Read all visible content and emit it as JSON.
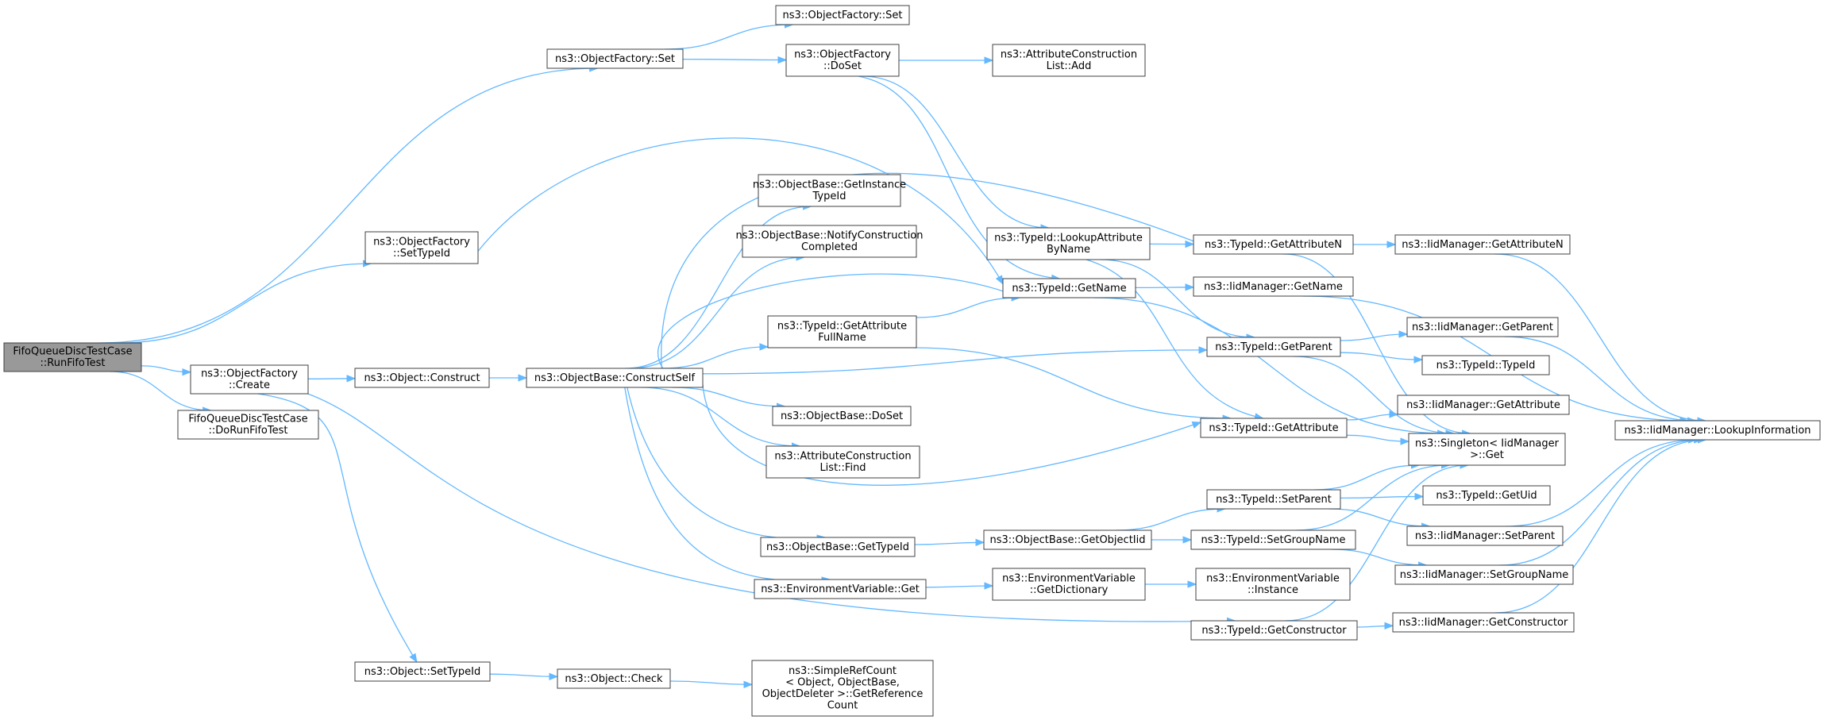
{
  "nodes": [
    {
      "id": "root",
      "lines": [
        "FifoQueueDiscTestCase",
        "::RunFifoTest"
      ],
      "root": true
    },
    {
      "id": "of_settypeid",
      "lines": [
        "ns3::ObjectFactory",
        "::SetTypeId"
      ]
    },
    {
      "id": "of_create",
      "lines": [
        "ns3::ObjectFactory",
        "::Create"
      ]
    },
    {
      "id": "dorunfifo",
      "lines": [
        "FifoQueueDiscTestCase",
        "::DoRunFifoTest"
      ]
    },
    {
      "id": "of_set_a",
      "lines": [
        "ns3::ObjectFactory::Set"
      ]
    },
    {
      "id": "of_set_b",
      "lines": [
        "ns3::ObjectFactory::Set"
      ]
    },
    {
      "id": "of_doset",
      "lines": [
        "ns3::ObjectFactory",
        "::DoSet"
      ]
    },
    {
      "id": "acl_add",
      "lines": [
        "ns3::AttributeConstruction",
        "List::Add"
      ]
    },
    {
      "id": "obj_construct",
      "lines": [
        "ns3::Object::Construct"
      ]
    },
    {
      "id": "ob_constructself",
      "lines": [
        "ns3::ObjectBase::ConstructSelf"
      ]
    },
    {
      "id": "ob_getinstance",
      "lines": [
        "ns3::ObjectBase::GetInstance",
        "TypeId"
      ]
    },
    {
      "id": "ob_notify",
      "lines": [
        "ns3::ObjectBase::NotifyConstruction",
        "Completed"
      ]
    },
    {
      "id": "tid_getattrfull",
      "lines": [
        "ns3::TypeId::GetAttribute",
        "FullName"
      ]
    },
    {
      "id": "ob_doset",
      "lines": [
        "ns3::ObjectBase::DoSet"
      ]
    },
    {
      "id": "acl_find",
      "lines": [
        "ns3::AttributeConstruction",
        "List::Find"
      ]
    },
    {
      "id": "ob_gettypeid",
      "lines": [
        "ns3::ObjectBase::GetTypeId"
      ]
    },
    {
      "id": "env_get",
      "lines": [
        "ns3::EnvironmentVariable::Get"
      ]
    },
    {
      "id": "obj_settypeid",
      "lines": [
        "ns3::Object::SetTypeId"
      ]
    },
    {
      "id": "obj_check",
      "lines": [
        "ns3::Object::Check"
      ]
    },
    {
      "id": "src_getrefcount",
      "lines": [
        "ns3::SimpleRefCount",
        "< Object, ObjectBase,",
        "ObjectDeleter >::GetReference",
        "Count"
      ]
    },
    {
      "id": "tid_lookupattr",
      "lines": [
        "ns3::TypeId::LookupAttribute",
        "ByName"
      ]
    },
    {
      "id": "tid_getname",
      "lines": [
        "ns3::TypeId::GetName"
      ]
    },
    {
      "id": "ob_getobjectiid",
      "lines": [
        "ns3::ObjectBase::GetObjectIid"
      ]
    },
    {
      "id": "env_getdict",
      "lines": [
        "ns3::EnvironmentVariable",
        "::GetDictionary"
      ]
    },
    {
      "id": "tid_getattrn",
      "lines": [
        "ns3::TypeId::GetAttributeN"
      ]
    },
    {
      "id": "iid_getname",
      "lines": [
        "ns3::IidManager::GetName"
      ]
    },
    {
      "id": "tid_getparent",
      "lines": [
        "ns3::TypeId::GetParent"
      ]
    },
    {
      "id": "tid_getattr",
      "lines": [
        "ns3::TypeId::GetAttribute"
      ]
    },
    {
      "id": "tid_setparent",
      "lines": [
        "ns3::TypeId::SetParent"
      ]
    },
    {
      "id": "tid_setgroupname",
      "lines": [
        "ns3::TypeId::SetGroupName"
      ]
    },
    {
      "id": "env_instance",
      "lines": [
        "ns3::EnvironmentVariable",
        "::Instance"
      ]
    },
    {
      "id": "tid_getconstructor",
      "lines": [
        "ns3::TypeId::GetConstructor"
      ]
    },
    {
      "id": "iid_getattrn",
      "lines": [
        "ns3::IidManager::GetAttributeN"
      ]
    },
    {
      "id": "iid_getparent",
      "lines": [
        "ns3::IidManager::GetParent"
      ]
    },
    {
      "id": "tid_typeid",
      "lines": [
        "ns3::TypeId::TypeId"
      ]
    },
    {
      "id": "iid_getattr",
      "lines": [
        "ns3::IidManager::GetAttribute"
      ]
    },
    {
      "id": "singleton_get",
      "lines": [
        "ns3::Singleton< IidManager",
        ">::Get"
      ]
    },
    {
      "id": "tid_getuid",
      "lines": [
        "ns3::TypeId::GetUid"
      ]
    },
    {
      "id": "iid_setparent",
      "lines": [
        "ns3::IidManager::SetParent"
      ]
    },
    {
      "id": "iid_setgroupname",
      "lines": [
        "ns3::IidManager::SetGroupName"
      ]
    },
    {
      "id": "iid_getconstructor",
      "lines": [
        "ns3::IidManager::GetConstructor"
      ]
    },
    {
      "id": "iid_lookupinfo",
      "lines": [
        "ns3::IidManager::LookupInformation"
      ]
    }
  ],
  "edges": [
    [
      "root",
      "of_set_b"
    ],
    [
      "root",
      "of_settypeid"
    ],
    [
      "root",
      "of_create"
    ],
    [
      "root",
      "dorunfifo"
    ],
    [
      "of_set_b",
      "of_set_a"
    ],
    [
      "of_set_b",
      "of_doset"
    ],
    [
      "of_doset",
      "acl_add"
    ],
    [
      "of_doset",
      "tid_lookupattr"
    ],
    [
      "of_doset",
      "tid_getname"
    ],
    [
      "of_settypeid",
      "tid_getname"
    ],
    [
      "of_create",
      "obj_construct"
    ],
    [
      "of_create",
      "obj_settypeid"
    ],
    [
      "of_create",
      "tid_getconstructor"
    ],
    [
      "obj_construct",
      "ob_constructself"
    ],
    [
      "ob_constructself",
      "ob_getinstance"
    ],
    [
      "ob_constructself",
      "ob_notify"
    ],
    [
      "ob_constructself",
      "tid_getname"
    ],
    [
      "ob_constructself",
      "tid_getattrfull"
    ],
    [
      "ob_constructself",
      "ob_doset"
    ],
    [
      "ob_constructself",
      "acl_find"
    ],
    [
      "ob_constructself",
      "ob_gettypeid"
    ],
    [
      "ob_constructself",
      "env_get"
    ],
    [
      "ob_constructself",
      "tid_getattrn"
    ],
    [
      "ob_constructself",
      "tid_getparent"
    ],
    [
      "ob_constructself",
      "tid_getattr"
    ],
    [
      "tid_getattrfull",
      "tid_getname"
    ],
    [
      "tid_getattrfull",
      "tid_getattr"
    ],
    [
      "ob_gettypeid",
      "ob_getobjectiid"
    ],
    [
      "ob_getobjectiid",
      "tid_setparent"
    ],
    [
      "ob_getobjectiid",
      "tid_setgroupname"
    ],
    [
      "env_get",
      "env_getdict"
    ],
    [
      "env_getdict",
      "env_instance"
    ],
    [
      "obj_settypeid",
      "obj_check"
    ],
    [
      "obj_check",
      "src_getrefcount"
    ],
    [
      "tid_lookupattr",
      "tid_getattrn"
    ],
    [
      "tid_lookupattr",
      "tid_getparent"
    ],
    [
      "tid_lookupattr",
      "tid_getattr"
    ],
    [
      "tid_getname",
      "iid_getname"
    ],
    [
      "tid_getname",
      "singleton_get"
    ],
    [
      "tid_getattrn",
      "iid_getattrn"
    ],
    [
      "tid_getattrn",
      "singleton_get"
    ],
    [
      "tid_getparent",
      "iid_getparent"
    ],
    [
      "tid_getparent",
      "tid_typeid"
    ],
    [
      "tid_getparent",
      "singleton_get"
    ],
    [
      "tid_getattr",
      "iid_getattr"
    ],
    [
      "tid_getattr",
      "singleton_get"
    ],
    [
      "tid_setparent",
      "singleton_get"
    ],
    [
      "tid_setparent",
      "tid_getuid"
    ],
    [
      "tid_setparent",
      "iid_setparent"
    ],
    [
      "tid_setgroupname",
      "singleton_get"
    ],
    [
      "tid_setgroupname",
      "iid_setgroupname"
    ],
    [
      "tid_getconstructor",
      "singleton_get"
    ],
    [
      "tid_getconstructor",
      "iid_getconstructor"
    ],
    [
      "iid_getattrn",
      "iid_lookupinfo"
    ],
    [
      "iid_getname",
      "iid_lookupinfo"
    ],
    [
      "iid_getparent",
      "iid_lookupinfo"
    ],
    [
      "iid_setparent",
      "iid_lookupinfo"
    ],
    [
      "iid_setgroupname",
      "iid_lookupinfo"
    ],
    [
      "iid_getconstructor",
      "iid_lookupinfo"
    ]
  ],
  "colors": {
    "edge": "#63b8ff",
    "node_border": "#404040",
    "root_fill": "#999999"
  }
}
